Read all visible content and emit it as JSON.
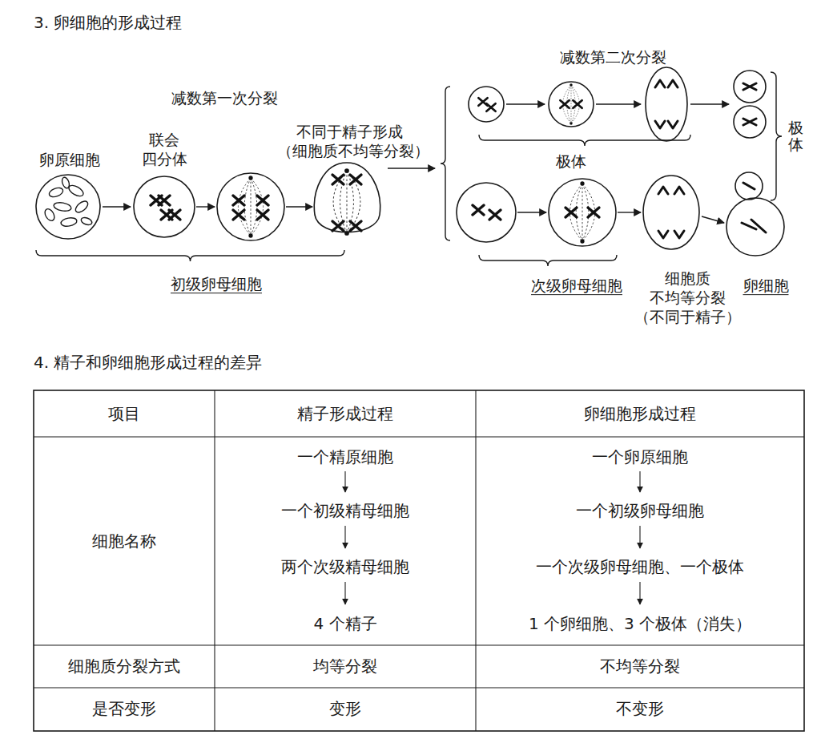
{
  "diagram": {
    "title": "3. 卵细胞的形成过程",
    "labels": [
      "减数第一次分裂",
      "联会 四分体",
      "卵原细胞",
      "不同于精子形成 （细胞质不均等分裂）",
      "初级卵母细胞",
      "减数第二次分裂",
      "极体",
      "极体",
      "次级卵母细胞",
      "细胞质 不均等分裂 （不同于精子）",
      "卵细胞",
      "4. 精子和卵细胞形成过程的差异",
      "项目",
      "精子形成过程",
      "卵细胞形成过程",
      "细胞名称",
      "一个精原细胞",
      "一个初级精母细胞",
      "两个次级精母细胞",
      "4 个精子",
      "一个卵原细胞",
      "一个初级卵母细胞",
      "一个次级卵母细胞、一个极体",
      "1 个卵细胞、3 个极体（消失）",
      "细胞质分裂方式",
      "均等分裂",
      "不均等分裂",
      "是否变形",
      "变形",
      "不变形"
    ]
  }
}
